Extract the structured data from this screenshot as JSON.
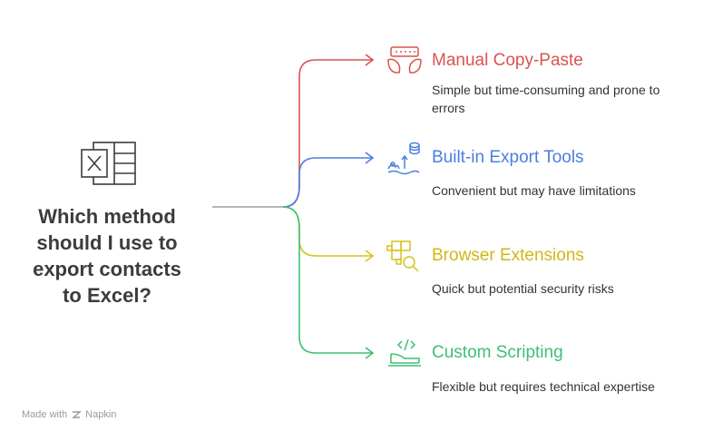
{
  "question": {
    "lines": [
      "Which method",
      "should I use to",
      "export contacts",
      "to Excel?"
    ],
    "icon": "excel-icon"
  },
  "options": [
    {
      "title": "Manual Copy-Paste",
      "description": "Simple but time-consuming and prone to errors",
      "color": "#d9534f",
      "icon": "keyboard-hands-icon"
    },
    {
      "title": "Built-in Export Tools",
      "description": "Convenient but may have limitations",
      "color": "#4a7fe0",
      "icon": "database-export-icon"
    },
    {
      "title": "Browser Extensions",
      "description": "Quick but potential security risks",
      "color": "#d9c21c",
      "icon": "puzzle-search-icon"
    },
    {
      "title": "Custom Scripting",
      "description": "Flexible but requires technical expertise",
      "color": "#3fbf72",
      "icon": "code-laptop-icon"
    }
  ],
  "colors": {
    "stem": "#9e9e9e",
    "text": "#3c3c3c"
  },
  "footer": {
    "prefix": "Made with",
    "brand": "Napkin"
  }
}
